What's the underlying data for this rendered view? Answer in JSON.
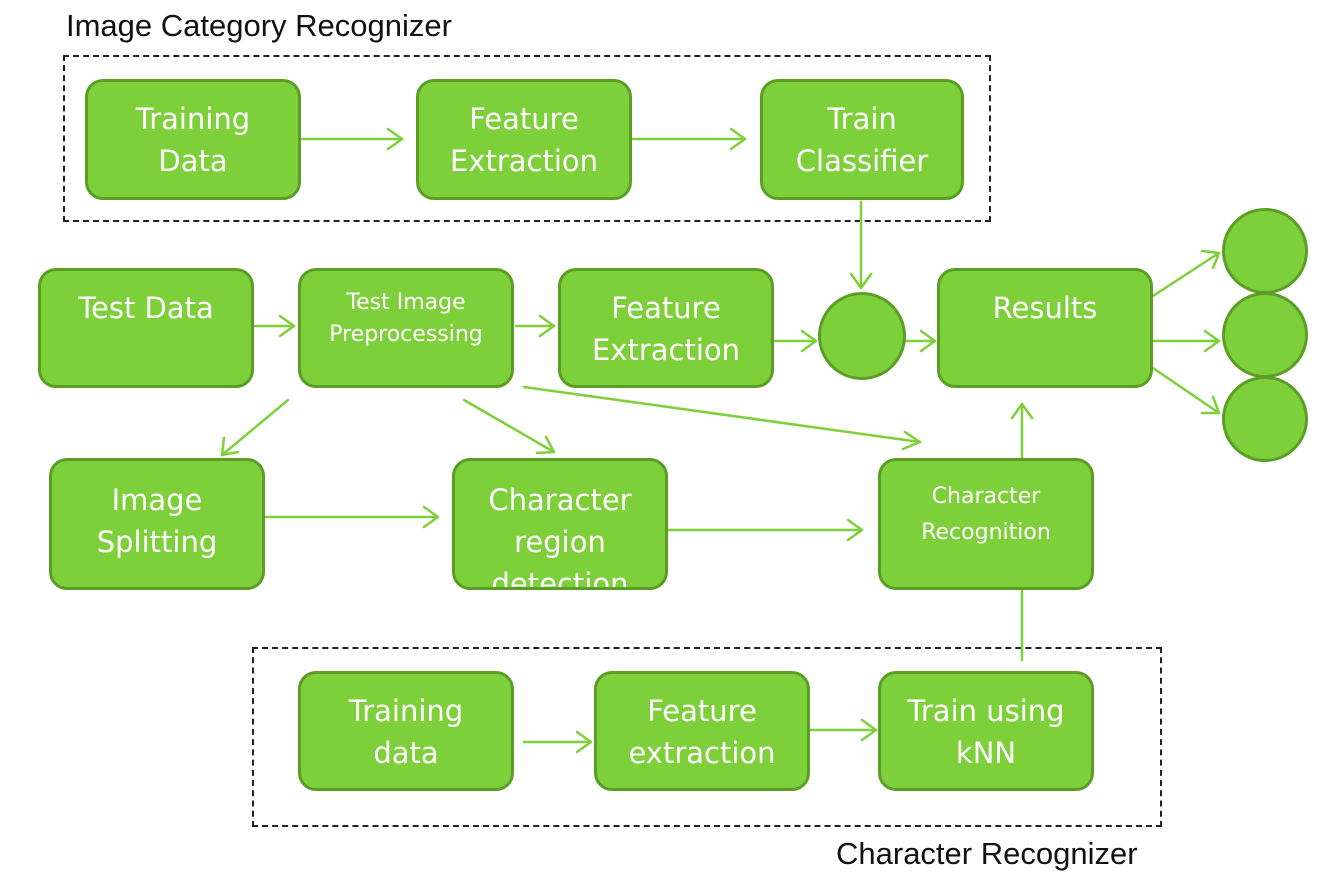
{
  "titles": {
    "top_group": "Image Category Recognizer",
    "bottom_group": "Character Recognizer"
  },
  "nodes": {
    "training_data": [
      "Training",
      "Data"
    ],
    "feature_extraction_top": [
      "Feature",
      "Extraction"
    ],
    "train_classifier": [
      "Train",
      "Classifier"
    ],
    "test_data": [
      "Test Data"
    ],
    "test_image_preprocessing": [
      "Test Image",
      "Preprocessing"
    ],
    "feature_extraction_mid": [
      "Feature",
      "Extraction"
    ],
    "results": [
      "Results"
    ],
    "image_splitting": [
      "Image",
      "Splitting"
    ],
    "character_region": [
      "Character",
      "region",
      "detection"
    ],
    "character_recognition": [
      "Character",
      "Recognition"
    ],
    "training_data_knn": [
      "Training",
      "data"
    ],
    "feature_extraction_knn": [
      "Feature",
      "extraction"
    ],
    "train_knn": [
      "Train using",
      "kNN"
    ]
  },
  "colors": {
    "box_fill": "#7ed03a",
    "box_border": "#5a9e26",
    "arrow": "#7ed03a",
    "text": "#ffffff"
  }
}
